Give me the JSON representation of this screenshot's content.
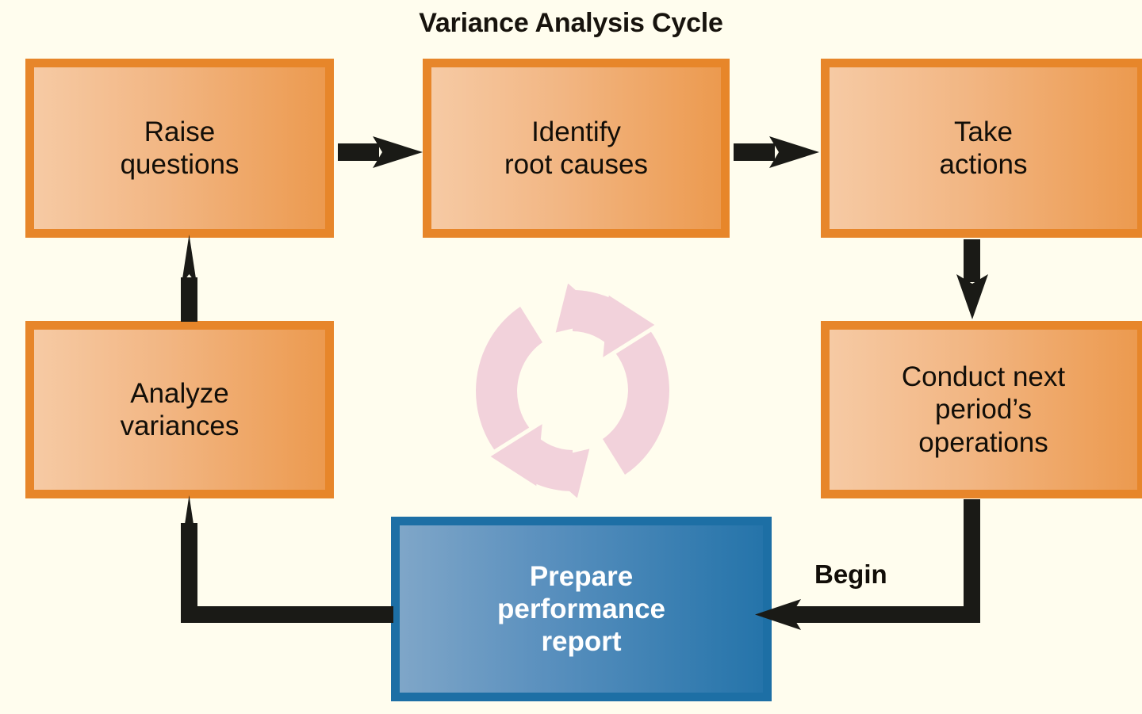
{
  "diagram": {
    "title": "Variance Analysis Cycle",
    "background_color": "#FFFDEE",
    "accent_orange": "#E7862A",
    "accent_blue": "#1D6FA5",
    "watermark_color": "#F2D3DC",
    "connector_color": "#1A1A16"
  },
  "nodes": [
    {
      "id": "raise-questions",
      "label": "Raise\nquestions",
      "color": "orange"
    },
    {
      "id": "identify-root-causes",
      "label": "Identify\nroot causes",
      "color": "orange"
    },
    {
      "id": "take-actions",
      "label": "Take\nactions",
      "color": "orange"
    },
    {
      "id": "conduct-operations",
      "label": "Conduct next\nperiod’s\noperations",
      "color": "orange"
    },
    {
      "id": "analyze-variances",
      "label": "Analyze\nvariances",
      "color": "orange"
    },
    {
      "id": "prepare-report",
      "label": "Prepare\nperformance\nreport",
      "color": "blue"
    }
  ],
  "annotations": {
    "begin": "Begin"
  },
  "chart_data": {
    "type": "diagram",
    "title": "Variance Analysis Cycle",
    "nodes": [
      "Raise questions",
      "Identify root causes",
      "Take actions",
      "Conduct next period’s operations",
      "Prepare performance report",
      "Analyze variances"
    ],
    "edges": [
      {
        "from": "Raise questions",
        "to": "Identify root causes"
      },
      {
        "from": "Identify root causes",
        "to": "Take actions"
      },
      {
        "from": "Take actions",
        "to": "Conduct next period’s operations"
      },
      {
        "from": "Conduct next period’s operations",
        "to": "Prepare performance report",
        "label": "Begin"
      },
      {
        "from": "Prepare performance report",
        "to": "Analyze variances"
      },
      {
        "from": "Analyze variances",
        "to": "Raise questions"
      }
    ]
  }
}
